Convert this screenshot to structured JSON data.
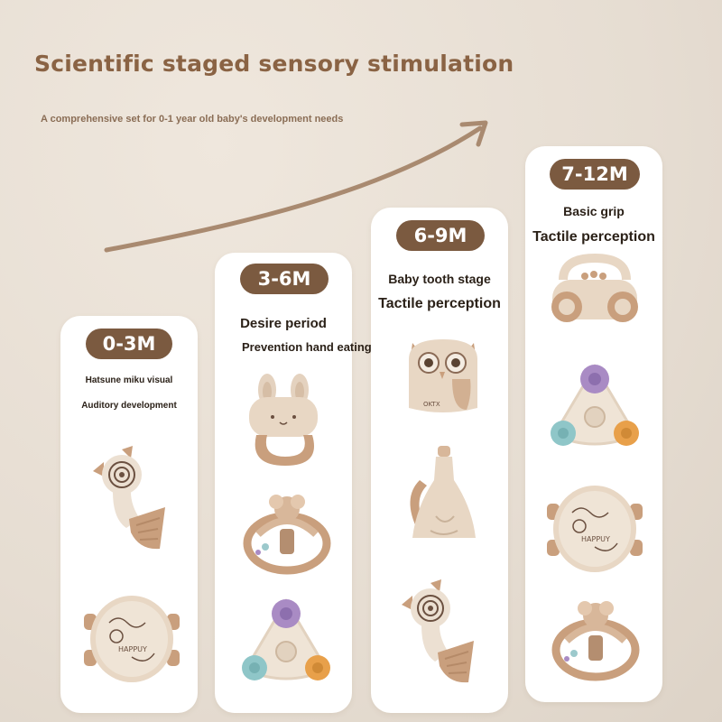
{
  "header": {
    "title": "Scientific staged sensory stimulation",
    "subtitle": "A comprehensive set for 0-1 year old baby's development needs"
  },
  "stages": [
    {
      "badge": "0-3M",
      "line1": "Hatsune miku visual",
      "line2": "Auditory development"
    },
    {
      "badge": "3-6M",
      "line1": "Desire period",
      "line2": "Prevention hand eating"
    },
    {
      "badge": "6-9M",
      "line1": "Baby tooth stage",
      "line2": "Tactile perception"
    },
    {
      "badge": "7-12M",
      "line1": "Basic grip",
      "line2": "Tactile perception"
    }
  ],
  "toys": {
    "tambourine_text": "HAPPUY",
    "owl_text": "OKTX"
  },
  "colors": {
    "accent": "#7b5a40",
    "title": "#8a6344",
    "toy_beige": "#e8d7c4",
    "toy_dark": "#c99f7d",
    "purple": "#a98bc4",
    "teal": "#8fc6c8",
    "orange": "#e8a04a"
  }
}
